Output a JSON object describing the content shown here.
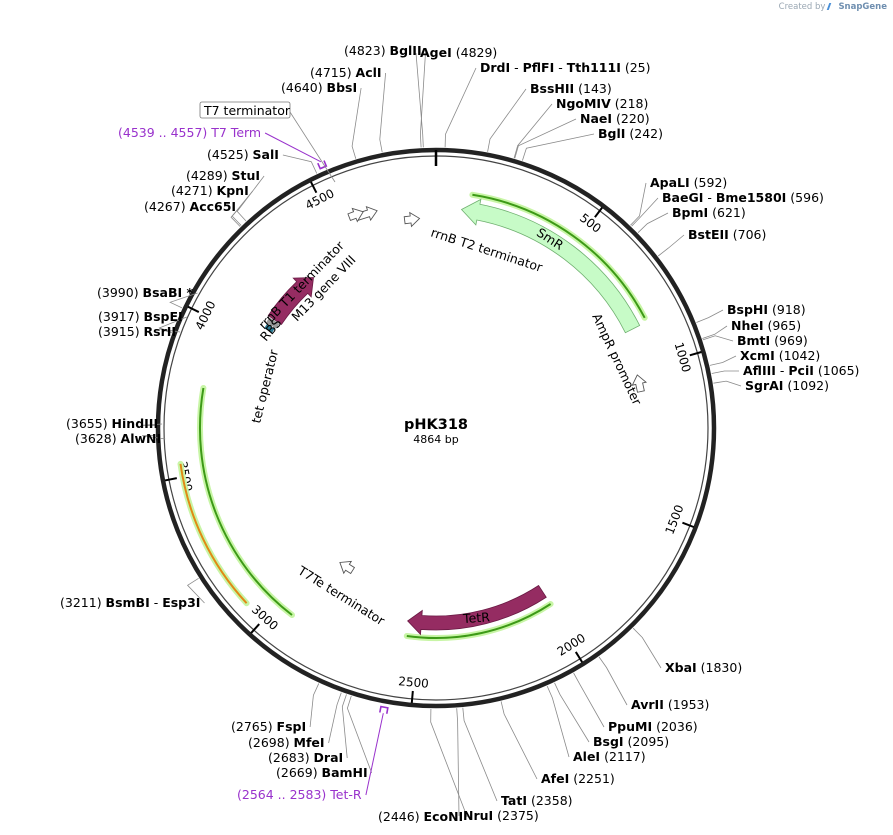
{
  "watermark": {
    "prefix": "Created by",
    "brand": "SnapGene"
  },
  "plasmid": {
    "name": "pHK318",
    "length_label": "4864 bp",
    "length": 4864
  },
  "ticks": [
    {
      "pos": 500,
      "label": "500"
    },
    {
      "pos": 1000,
      "label": "1000"
    },
    {
      "pos": 1500,
      "label": "1500"
    },
    {
      "pos": 2000,
      "label": "2000"
    },
    {
      "pos": 2500,
      "label": "2500"
    },
    {
      "pos": 3000,
      "label": "3000"
    },
    {
      "pos": 3500,
      "label": "3500"
    },
    {
      "pos": 4000,
      "label": "4000"
    },
    {
      "pos": 4500,
      "label": "4500"
    }
  ],
  "sites": [
    {
      "pos": 4823,
      "coord": "(4823)",
      "names": [
        "BglII"
      ]
    },
    {
      "pos": 4829,
      "coord": "(4829)",
      "names": [
        "AgeI"
      ]
    },
    {
      "pos": 25,
      "coord": "(25)",
      "names": [
        "DrdI",
        "PflFI",
        "Tth111I"
      ]
    },
    {
      "pos": 143,
      "coord": "(143)",
      "names": [
        "BssHII"
      ]
    },
    {
      "pos": 218,
      "coord": "(218)",
      "names": [
        "NgoMIV"
      ]
    },
    {
      "pos": 220,
      "coord": "(220)",
      "names": [
        "NaeI"
      ]
    },
    {
      "pos": 242,
      "coord": "(242)",
      "names": [
        "BglI"
      ]
    },
    {
      "pos": 592,
      "coord": "(592)",
      "names": [
        "ApaLI"
      ]
    },
    {
      "pos": 596,
      "coord": "(596)",
      "names": [
        "BaeGI",
        "Bme1580I"
      ]
    },
    {
      "pos": 621,
      "coord": "(621)",
      "names": [
        "BpmI"
      ]
    },
    {
      "pos": 706,
      "coord": "(706)",
      "names": [
        "BstEII"
      ]
    },
    {
      "pos": 918,
      "coord": "(918)",
      "names": [
        "BspHI"
      ]
    },
    {
      "pos": 965,
      "coord": "(965)",
      "names": [
        "NheI"
      ]
    },
    {
      "pos": 969,
      "coord": "(969)",
      "names": [
        "BmtI"
      ]
    },
    {
      "pos": 1042,
      "coord": "(1042)",
      "names": [
        "XcmI"
      ]
    },
    {
      "pos": 1065,
      "coord": "(1065)",
      "names": [
        "AflIII",
        "PciI"
      ]
    },
    {
      "pos": 1092,
      "coord": "(1092)",
      "names": [
        "SgrAI"
      ]
    },
    {
      "pos": 1830,
      "coord": "(1830)",
      "names": [
        "XbaI"
      ]
    },
    {
      "pos": 1953,
      "coord": "(1953)",
      "names": [
        "AvrII"
      ]
    },
    {
      "pos": 2036,
      "coord": "(2036)",
      "names": [
        "PpuMI"
      ]
    },
    {
      "pos": 2095,
      "coord": "(2095)",
      "names": [
        "BsgI"
      ]
    },
    {
      "pos": 2117,
      "coord": "(2117)",
      "names": [
        "AleI"
      ]
    },
    {
      "pos": 2251,
      "coord": "(2251)",
      "names": [
        "AfeI"
      ]
    },
    {
      "pos": 2358,
      "coord": "(2358)",
      "names": [
        "TatI"
      ]
    },
    {
      "pos": 2375,
      "coord": "(2375)",
      "names": [
        "NruI"
      ]
    },
    {
      "pos": 2446,
      "coord": "(2446)",
      "names": [
        "EcoNI"
      ]
    },
    {
      "pos": 2669,
      "coord": "(2669)",
      "names": [
        "BamHI"
      ]
    },
    {
      "pos": 2683,
      "coord": "(2683)",
      "names": [
        "DraI"
      ]
    },
    {
      "pos": 2698,
      "coord": "(2698)",
      "names": [
        "MfeI"
      ]
    },
    {
      "pos": 2765,
      "coord": "(2765)",
      "names": [
        "FspI"
      ]
    },
    {
      "pos": 3211,
      "coord": "(3211)",
      "names": [
        "BsmBI",
        "Esp3I"
      ]
    },
    {
      "pos": 3628,
      "coord": "(3628)",
      "names": [
        "AlwNI"
      ]
    },
    {
      "pos": 3655,
      "coord": "(3655)",
      "names": [
        "HindIII"
      ]
    },
    {
      "pos": 3915,
      "coord": "(3915)",
      "names": [
        "RsrII"
      ]
    },
    {
      "pos": 3917,
      "coord": "(3917)",
      "names": [
        "BspEI"
      ]
    },
    {
      "pos": 3990,
      "coord": "(3990)",
      "names": [
        "BsaBI *"
      ]
    },
    {
      "pos": 4267,
      "coord": "(4267)",
      "names": [
        "Acc65I"
      ]
    },
    {
      "pos": 4271,
      "coord": "(4271)",
      "names": [
        "KpnI"
      ]
    },
    {
      "pos": 4289,
      "coord": "(4289)",
      "names": [
        "StuI"
      ]
    },
    {
      "pos": 4525,
      "coord": "(4525)",
      "names": [
        "SalI"
      ]
    },
    {
      "pos": 4640,
      "coord": "(4640)",
      "names": [
        "BbsI"
      ]
    },
    {
      "pos": 4715,
      "coord": "(4715)",
      "names": [
        "AclI"
      ]
    },
    {
      "pos": 4823,
      "coord": "(4823)",
      "names": [
        "BglII"
      ]
    }
  ],
  "primers": [
    {
      "range": "(4539 .. 4557)",
      "name": "T7 Term",
      "start": 4539,
      "end": 4557
    },
    {
      "range": "(2564 .. 2583)",
      "name": "Tet-R",
      "start": 2564,
      "end": 2583
    }
  ],
  "boxed_feature": {
    "label": "T7 terminator"
  },
  "features": {
    "smr": {
      "label": "SmR",
      "color": "#c7fbc7",
      "start": 80,
      "end": 870
    },
    "tetr": {
      "label": "TetR",
      "color": "#952c62",
      "start": 1960,
      "end": 2560
    },
    "rbs_arrow": {
      "color": "#952c62"
    },
    "ampr_promoter": {
      "label": "AmpR promoter"
    },
    "rrnb_t2": {
      "label": "rrnB T2 terminator"
    },
    "rrnb_t1": {
      "label": "rrnB T1 terminator"
    },
    "m13": {
      "label": "M13 gene VIII"
    },
    "rbs": {
      "label": "RBS"
    },
    "tet_operator": {
      "label": "tet operator"
    },
    "t7te": {
      "label": "T7Te terminator"
    }
  },
  "colors": {
    "primer": "#9932cc",
    "ring": "#222222",
    "orf_green": "#3d9a17",
    "orf_orange": "#e08a14",
    "tetop": "#2a7a94"
  }
}
